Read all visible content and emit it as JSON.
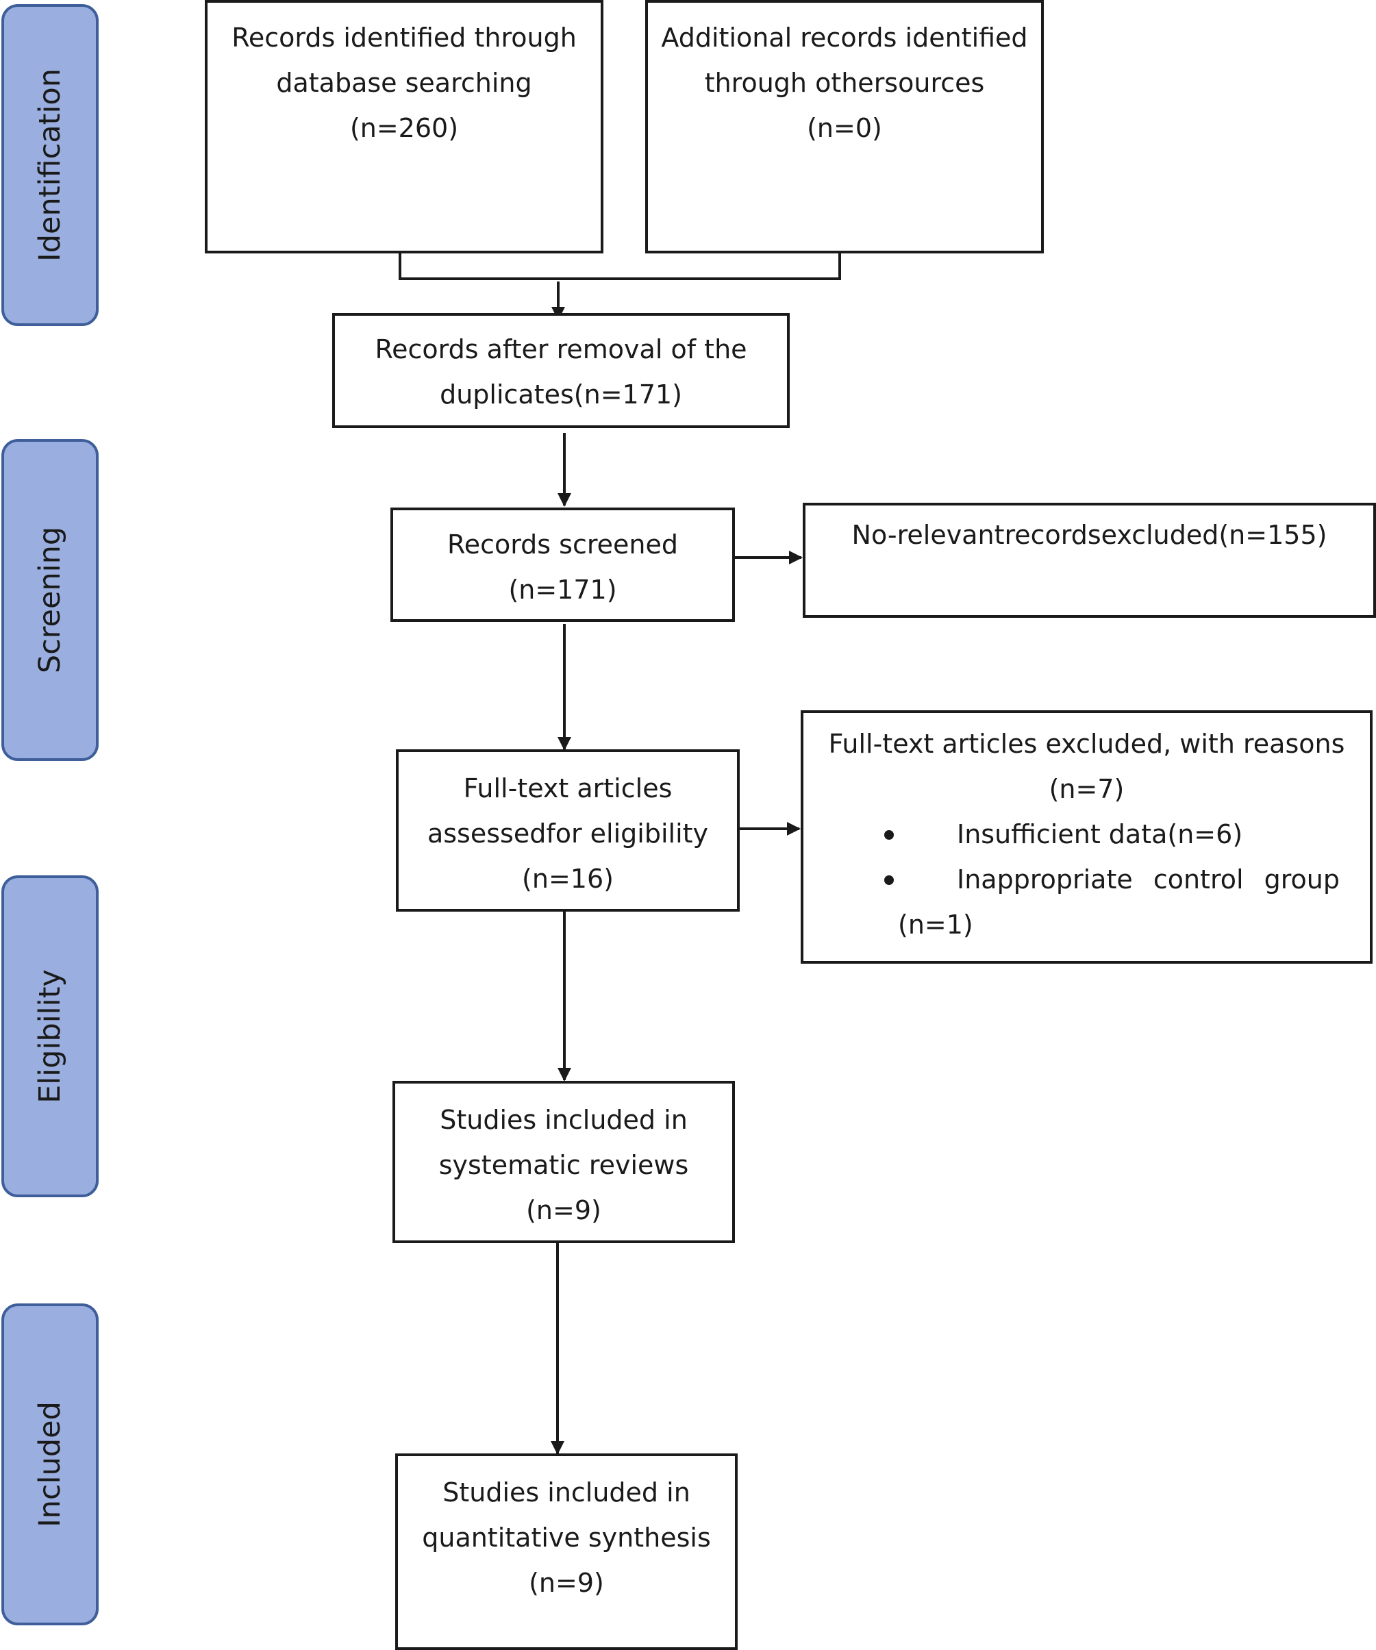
{
  "phases": {
    "identification": "Identification",
    "screening": "Screening",
    "eligibility": "Eligibility",
    "included": "Included"
  },
  "boxes": {
    "database": {
      "lines": [
        "Records identified through",
        "database searching",
        "(n=260)"
      ]
    },
    "other": {
      "lines": [
        "Additional records identified",
        "through othersources",
        "(n=0)"
      ]
    },
    "after_duplicates": {
      "lines": [
        "Records after removal of the",
        "duplicates(n=171)"
      ]
    },
    "screened": {
      "lines": [
        "Records screened",
        "(n=171)"
      ]
    },
    "excluded_screening": {
      "lines": [
        "No-relevantrecordsexcluded(n=155)"
      ]
    },
    "fulltext": {
      "lines": [
        "Full-text articles",
        "assessedfor eligibility",
        "(n=16)"
      ]
    },
    "excluded_fulltext": {
      "title": "Full-text articles excluded, with reasons",
      "count": "(n=7)",
      "reasons": [
        "Insufficient data(n=6)",
        "Inappropriate control group"
      ],
      "continuation": "(n=1)"
    },
    "systematic": {
      "lines": [
        "Studies included in",
        "systematic reviews",
        "(n=9)"
      ]
    },
    "quantitative": {
      "lines": [
        "Studies included in",
        "quantitative synthesis",
        "(n=9)"
      ]
    }
  }
}
